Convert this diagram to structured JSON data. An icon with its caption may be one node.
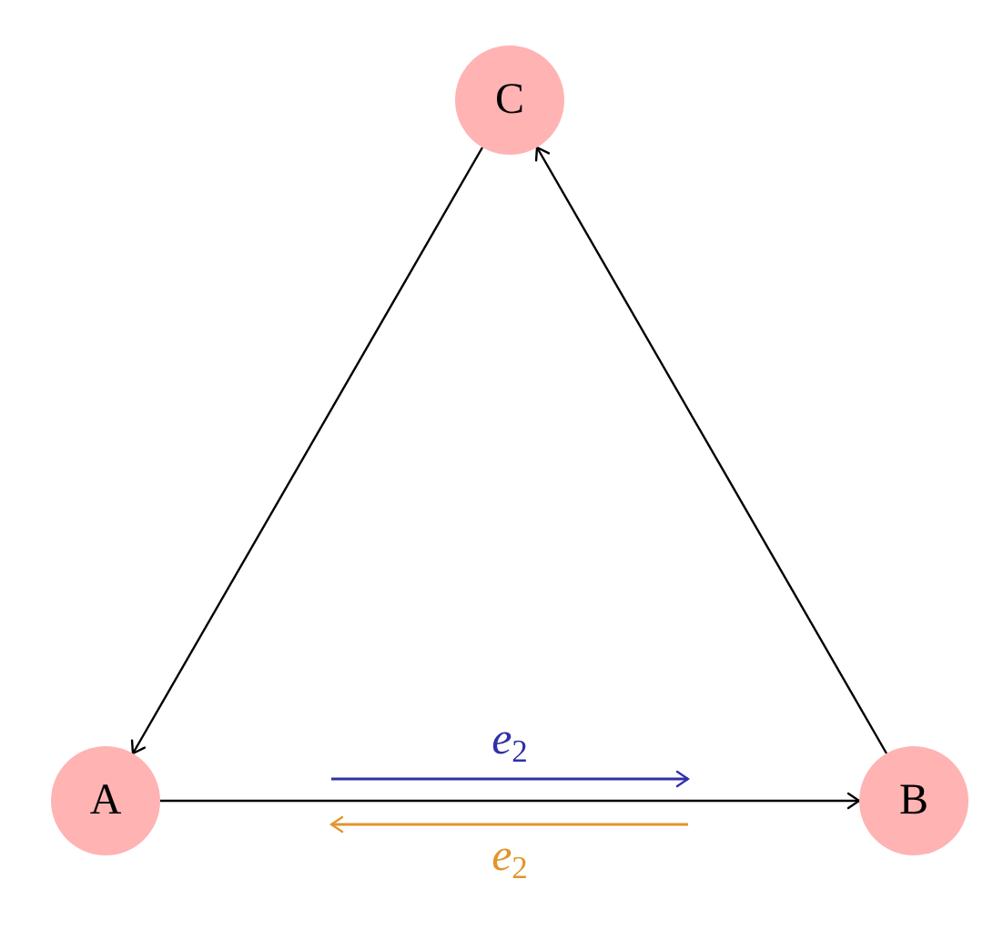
{
  "diagram": {
    "nodes": [
      {
        "text": [
          "C"
        ]
      },
      {
        "text": [
          "A"
        ]
      },
      {
        "text": [
          "B"
        ]
      }
    ],
    "edges": [
      {
        "from": 0,
        "to": 1,
        "arrow": "to"
      },
      {
        "from": 1,
        "to": 2,
        "arrow": "to"
      },
      {
        "from": 2,
        "to": 0,
        "arrow": "to"
      }
    ],
    "labels": [
      "*e*$_{2}$",
      "*e*$_{2}$"
    ]
  }
}
